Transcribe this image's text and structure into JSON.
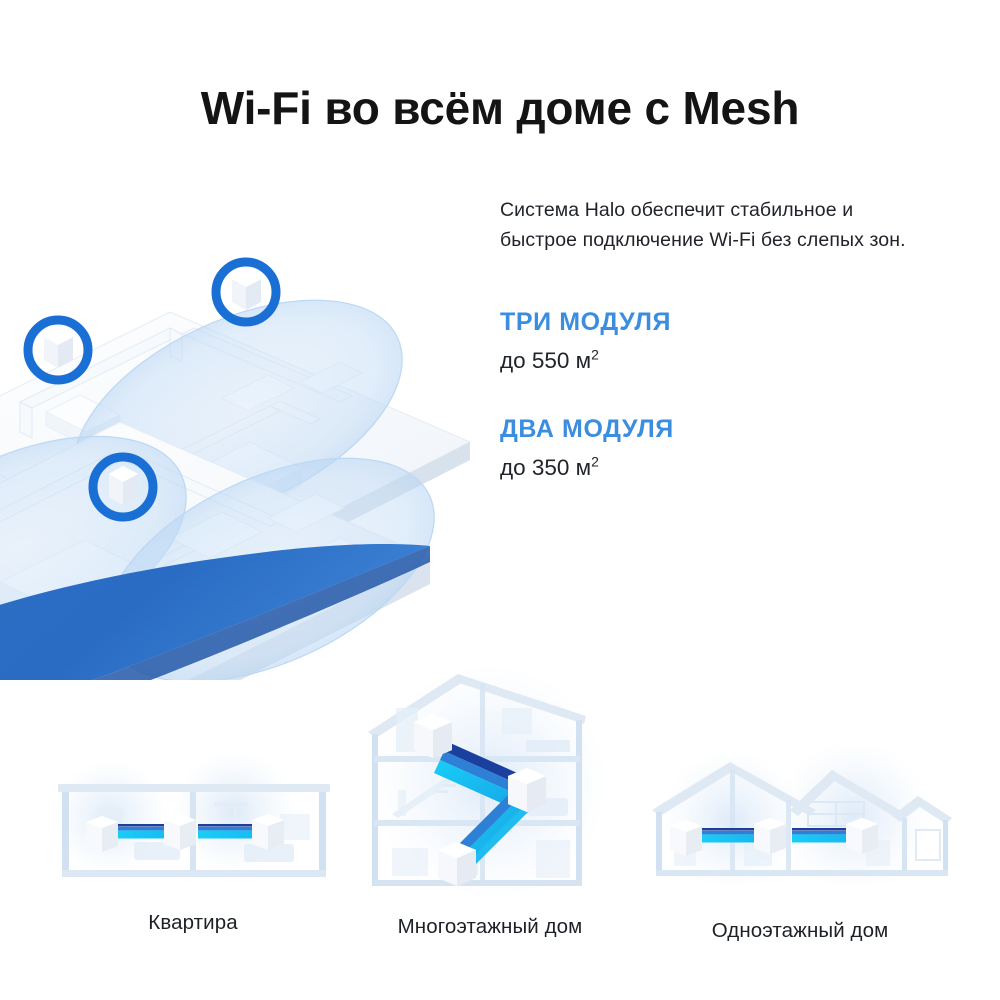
{
  "page": {
    "title": "Wi-Fi во всём доме с Mesh",
    "background_color": "#ffffff"
  },
  "colors": {
    "heading_blue": "#3b8ddf",
    "marker_blue": "#1a6fd4",
    "wave_blue": "#2a6cc4",
    "beam_cyan": "#15c8f5",
    "beam_navy": "#1b3f9e",
    "text_dark": "#20242a",
    "building_blue": "#cfe0f2"
  },
  "copy": {
    "lead_paragraph": "Система Halo обеспечит стабильное и быстрое подключение Wi-Fi без слепых зон.",
    "specs": [
      {
        "heading": "ТРИ МОДУЛЯ",
        "value_prefix": "до 550 м",
        "value_sup": "2"
      },
      {
        "heading": "ДВА МОДУЛЯ",
        "value_prefix": "до 350 м",
        "value_sup": "2"
      }
    ]
  },
  "hero": {
    "name": "isometric-floorplan-mesh-coverage",
    "device_markers": 3,
    "coverage_zones": 3
  },
  "scenarios": [
    {
      "id": "apartment",
      "caption": "Квартира",
      "illustration": "apartment-cutaway",
      "device_count": 3
    },
    {
      "id": "multistory",
      "caption": "Многоэтажный дом",
      "illustration": "multistory-house-cutaway",
      "device_count": 3
    },
    {
      "id": "singlestory",
      "caption": "Одноэтажный дом",
      "illustration": "singlestory-house-cutaway",
      "device_count": 3
    }
  ]
}
